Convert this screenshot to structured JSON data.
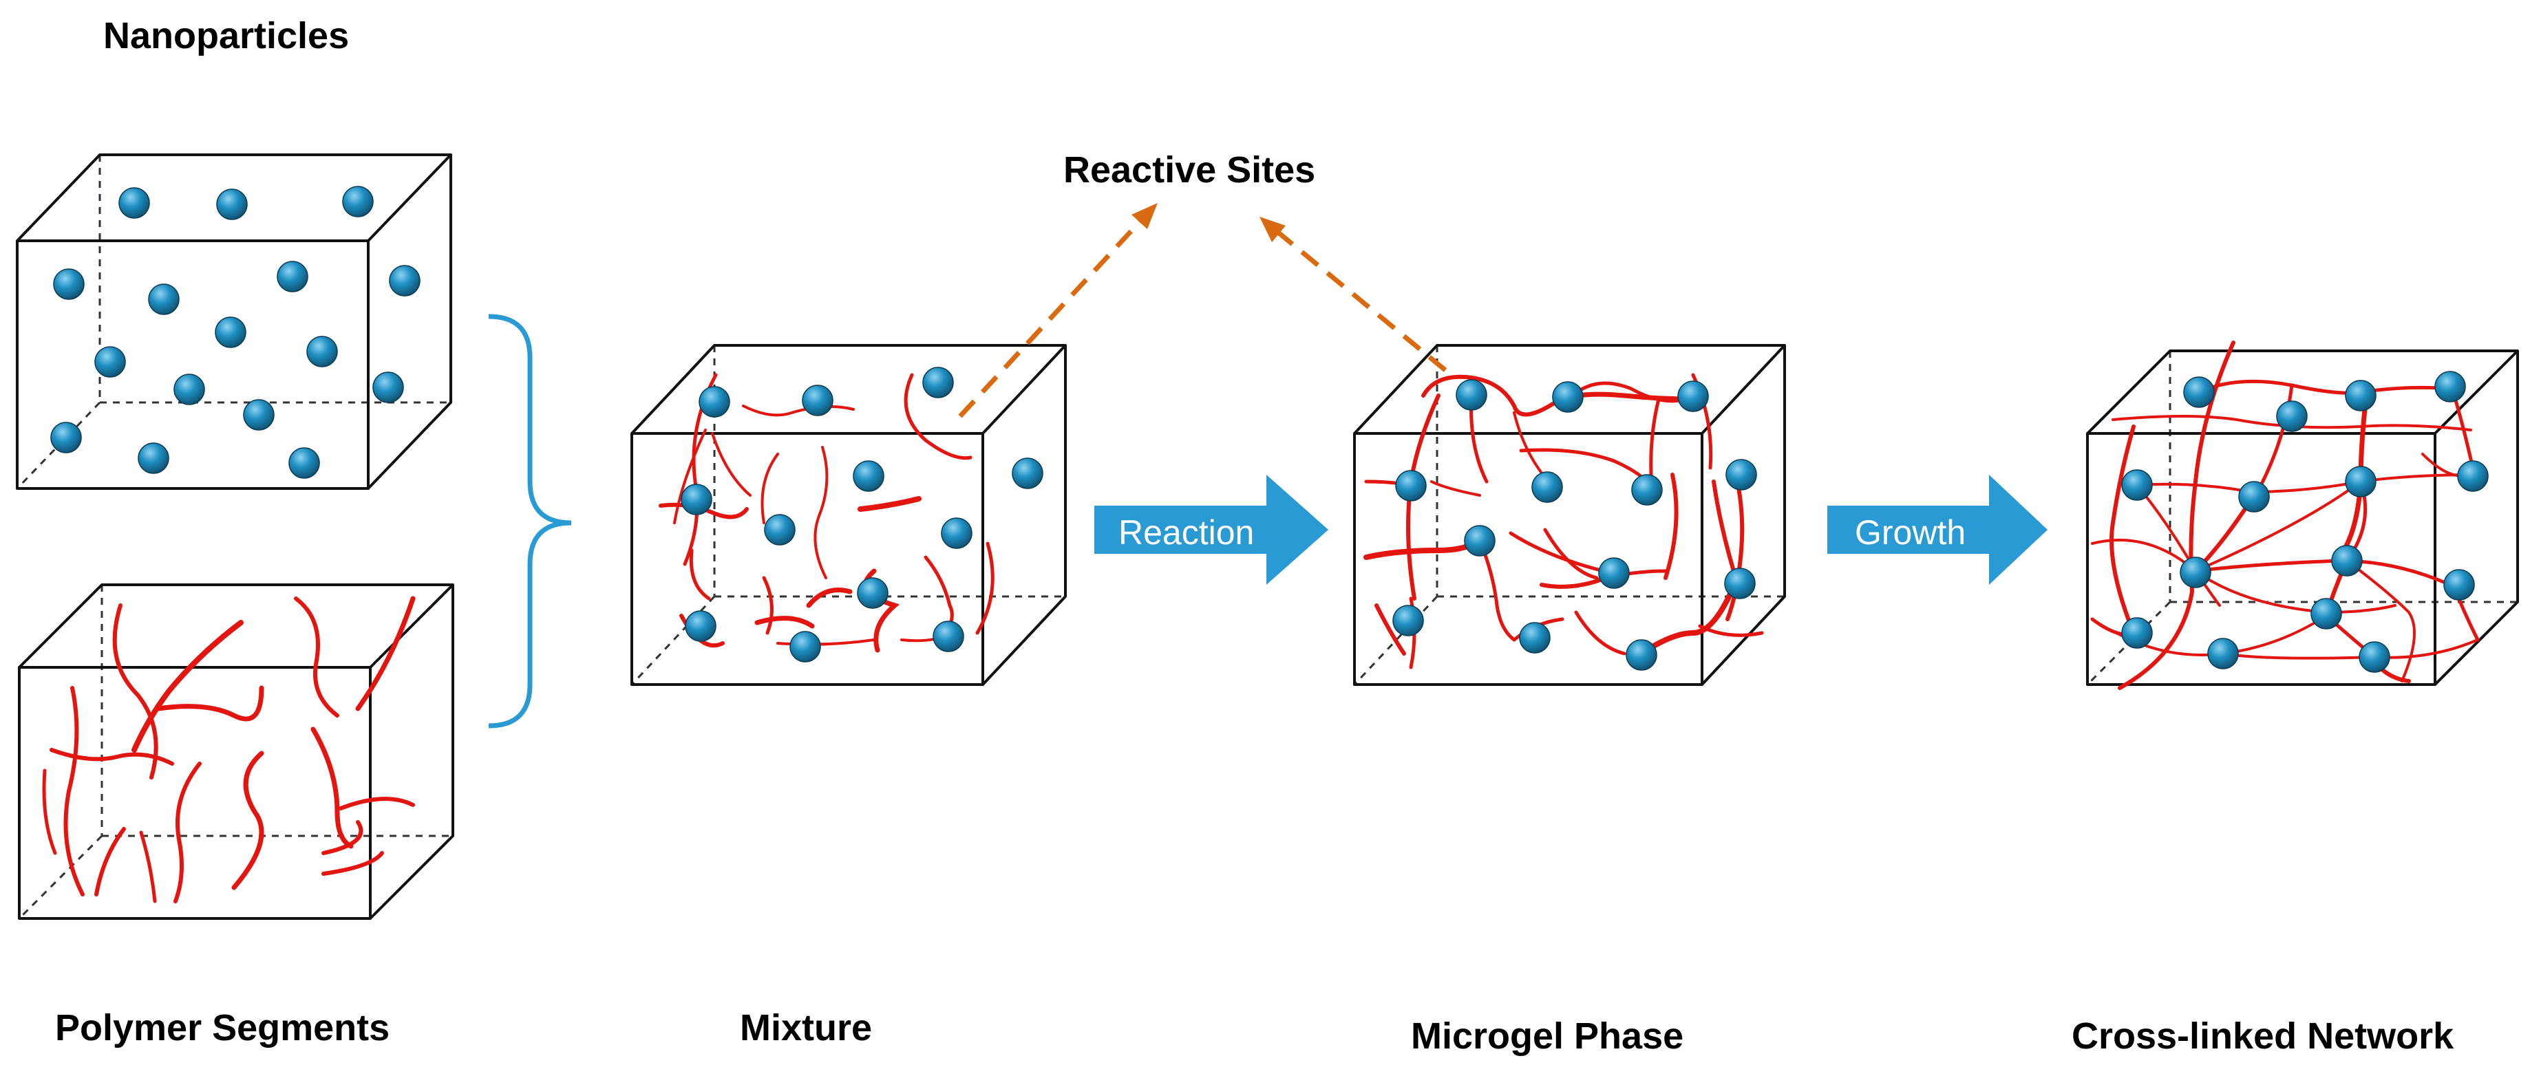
{
  "labels": {
    "nanoparticles": "Nanoparticles",
    "polymer_segments": "Polymer Segments",
    "mixture": "Mixture",
    "reactive_sites": "Reactive Sites",
    "microgel_phase": "Microgel Phase",
    "crosslinked_network": "Cross-linked Network"
  },
  "arrows": {
    "reaction": "Reaction",
    "growth": "Growth"
  },
  "colors": {
    "box_stroke": "#111111",
    "hidden_edge": "#333333",
    "polymer": "#e4140f",
    "particle_dark": "#0f4f6e",
    "particle_mid": "#1e8fc2",
    "particle_light": "#8fd3f2",
    "bracket": "#2a9ad4",
    "process_arrow": "#2a9ad4",
    "reactive_arrow": "#d96a10",
    "text": "#000000"
  },
  "icons": {
    "nanoparticle": "blue-sphere-icon",
    "polymer": "red-chain-icon"
  }
}
